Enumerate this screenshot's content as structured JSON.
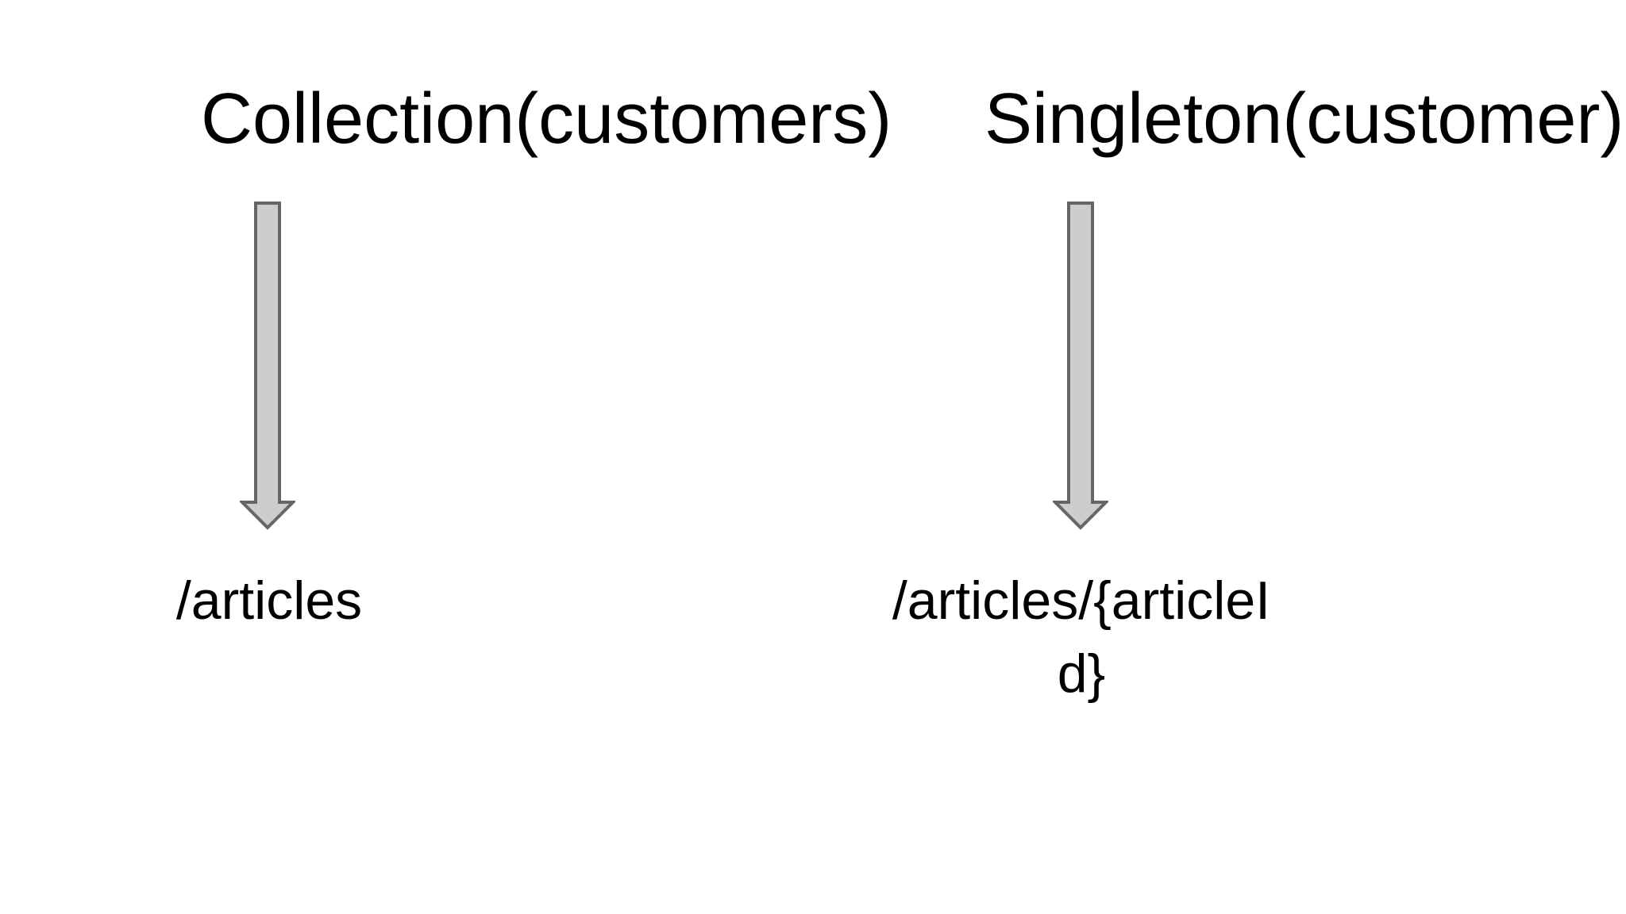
{
  "diagram": {
    "background_color": "#ffffff",
    "text_color": "#000000",
    "arrow": {
      "direction": "down",
      "fill_color": "#cdcdcd",
      "stroke_color": "#666666"
    },
    "columns": [
      {
        "heading": "Collection(customers)",
        "path": "/articles"
      },
      {
        "heading": "Singleton(customer)",
        "path": "/articles/{articleId}"
      }
    ]
  }
}
